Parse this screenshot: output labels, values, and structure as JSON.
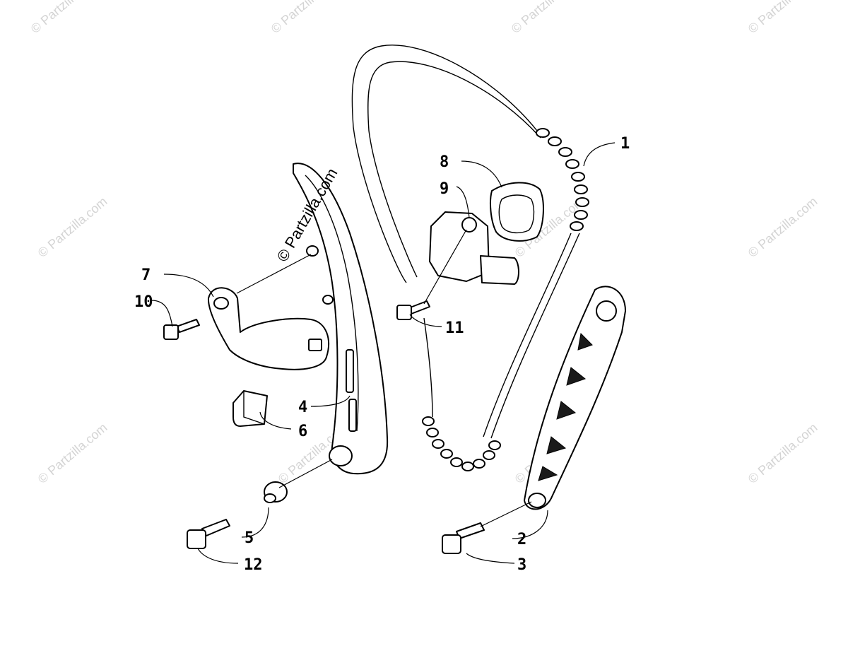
{
  "watermarks": {
    "grid_text": "© Partzilla.com",
    "center_text": "© Partzilla.com"
  },
  "callouts": [
    {
      "id": "1",
      "label": "1"
    },
    {
      "id": "2",
      "label": "2"
    },
    {
      "id": "3",
      "label": "3"
    },
    {
      "id": "4",
      "label": "4"
    },
    {
      "id": "5",
      "label": "5"
    },
    {
      "id": "6",
      "label": "6"
    },
    {
      "id": "7",
      "label": "7"
    },
    {
      "id": "8",
      "label": "8"
    },
    {
      "id": "9",
      "label": "9"
    },
    {
      "id": "10",
      "label": "10"
    },
    {
      "id": "11",
      "label": "11"
    },
    {
      "id": "12",
      "label": "12"
    }
  ],
  "colors": {
    "line": "#000000",
    "background": "#ffffff",
    "watermark": "#d4d4d4"
  }
}
